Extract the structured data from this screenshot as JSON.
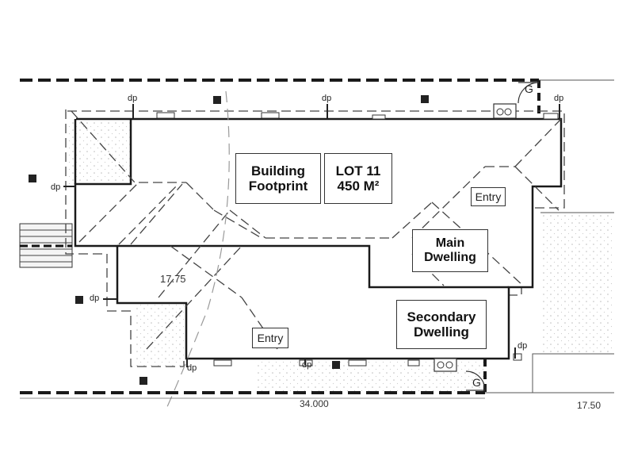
{
  "labels": {
    "building_footprint": [
      "Building",
      "Footprint"
    ],
    "lot": [
      "LOT 11",
      "450 M²"
    ],
    "main_dwelling": [
      "Main",
      "Dwelling"
    ],
    "secondary_dwelling": [
      "Secondary",
      "Dwelling"
    ],
    "entry_main": "Entry",
    "entry_secondary": "Entry",
    "gate_top": "G",
    "gate_bottom": "G",
    "dimension_inner": "17.75",
    "dimension_bottom": "34.000",
    "dimension_bottom_right": "17.50",
    "downpipe": "dp"
  },
  "symbols": {
    "downpipe_count": 8,
    "gate_icon": "gate-swing-icon",
    "stormwater_pit_icon": "pit-square-icon",
    "tap_icon": "tap-icon"
  },
  "colors": {
    "line": "#1a1a1a",
    "dashed": "#444444",
    "paving_dots": "#bbbbbb"
  }
}
